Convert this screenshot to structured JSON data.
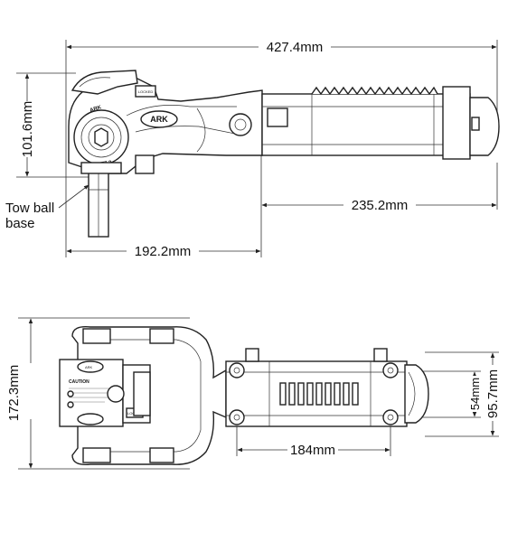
{
  "dimensions": {
    "overall_length": "427.4mm",
    "height": "101.6mm",
    "tow_ball_base_label": "Tow ball\nbase",
    "tow_ball_line1": "Tow ball",
    "tow_ball_line2": "base",
    "body_length": "235.2mm",
    "base_length": "192.2mm",
    "width": "172.3mm",
    "mount_spacing": "184mm",
    "hole_spacing": "54mm",
    "end_width": "95.7mm"
  },
  "part_markings": {
    "brand": "ARK",
    "model": "A54LT7.3",
    "lock_label": "LOCKED",
    "caution_title": "CAUTION",
    "brand_ring": "ARK"
  }
}
